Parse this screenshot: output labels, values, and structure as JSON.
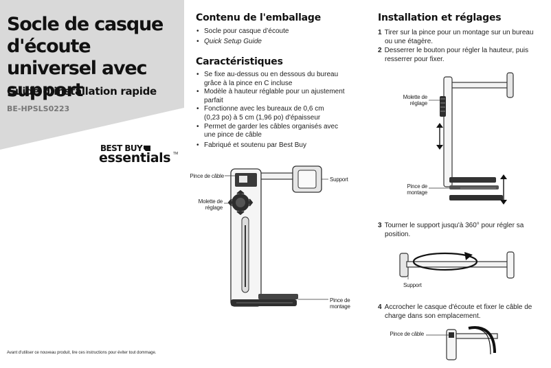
{
  "header": {
    "title": "Socle de casque d'écoute universel avec support",
    "subtitle": "Guide d’installation rapide",
    "model": "BE-HPSLS0223"
  },
  "logo": {
    "top": "BEST BUY",
    "bottom": "essentials",
    "tm": "TM"
  },
  "contents": {
    "heading": "Contenu de l'emballage",
    "items": [
      "Socle pour casque d’écoute",
      "Quick Setup Guide"
    ]
  },
  "features": {
    "heading": "Caractéristiques",
    "items": [
      [
        "Se fixe au-dessus ou en dessous du bureau",
        "grâce à la pince en C incluse"
      ],
      [
        "Modèle à hauteur réglable pour un ajustement",
        "parfait"
      ],
      [
        "Fonctionne avec les bureaux de 0,6 cm",
        "(0,23 po) à 5 cm (1,96 po) d'épaisseur"
      ],
      [
        "Permet de garder les câbles organisés avec",
        "une pince de câble"
      ],
      [
        "Fabriqué et soutenu par Best Buy"
      ]
    ]
  },
  "diagram_main": {
    "cable_clip": "Pince de câble",
    "support": "Support",
    "knob": [
      "Molette de",
      "réglage"
    ],
    "clamp": [
      "Pince de",
      "montage"
    ]
  },
  "install": {
    "heading": "Installation et réglages",
    "steps": [
      {
        "num": "1",
        "lines": [
          "Tirer sur la pince pour un montage sur un bureau",
          "ou une étagère."
        ]
      },
      {
        "num": "2",
        "lines": [
          "Desserrer le bouton pour régler la hauteur, puis",
          "resserrer pour fixer."
        ]
      },
      {
        "num": "3",
        "lines": [
          "Tourner le support jusqu'à 360° pour régler sa",
          "position."
        ]
      },
      {
        "num": "4",
        "lines": [
          "Accrocher le casque d'écoute et fixer le câble de",
          "charge dans son emplacement."
        ]
      }
    ]
  },
  "diagram_step2": {
    "knob": [
      "Molette de",
      "réglage"
    ],
    "clamp": [
      "Pince de",
      "montage"
    ]
  },
  "diagram_step3": {
    "support": "Support"
  },
  "diagram_step4": {
    "cable_clip": "Pince de câble"
  },
  "footer": "Avant d'utiliser ce nouveau produit, lire ces instructions pour éviter tout dommage."
}
